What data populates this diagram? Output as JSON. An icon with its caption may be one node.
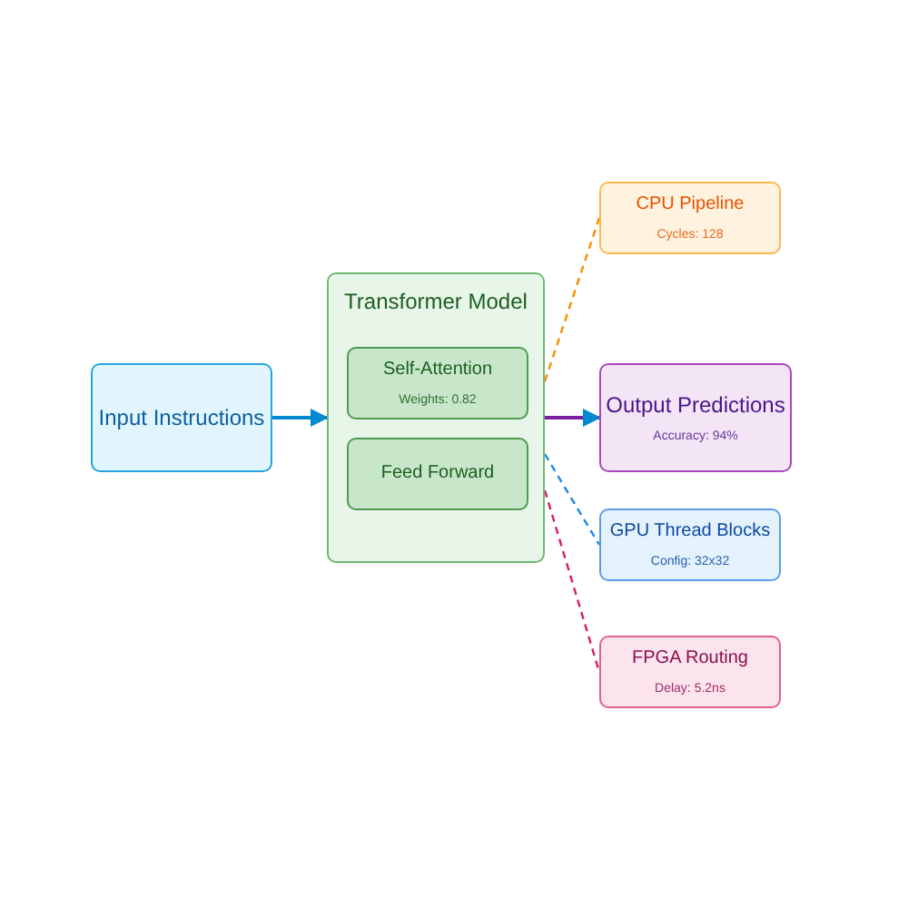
{
  "diagram": {
    "nodes": [
      {
        "text": [
          "Input Instructions"
        ]
      },
      {
        "text": [
          "Transformer Model"
        ]
      },
      {
        "text": [
          "Self-Attention",
          "Weights: 0.82"
        ],
        "in": 1
      },
      {
        "text": [
          "Feed Forward"
        ],
        "in": 1
      },
      {
        "text": [
          "CPU Pipeline",
          "Cycles: 128"
        ]
      },
      {
        "text": [
          "Output Predictions",
          "Accuracy: 94%"
        ]
      },
      {
        "text": [
          "GPU Thread Blocks",
          "Config: 32x32"
        ]
      },
      {
        "text": [
          "FPGA Routing",
          "Delay: 5.2ns"
        ]
      }
    ],
    "edges": [
      {
        "from": 0,
        "to": 1,
        "arrow": "to",
        "color": "#0288d1"
      },
      {
        "from": 1,
        "to": 5,
        "arrow": "to",
        "color": "#7b1fa2"
      },
      {
        "from": 1,
        "to": 4,
        "arrow": "none",
        "style": "dashed",
        "color": "#fb8c00"
      },
      {
        "from": 1,
        "to": 6,
        "arrow": "none",
        "style": "dashed",
        "color": "#1e88e5"
      },
      {
        "from": 1,
        "to": 7,
        "arrow": "none",
        "style": "dashed",
        "color": "#d81b60"
      }
    ]
  }
}
